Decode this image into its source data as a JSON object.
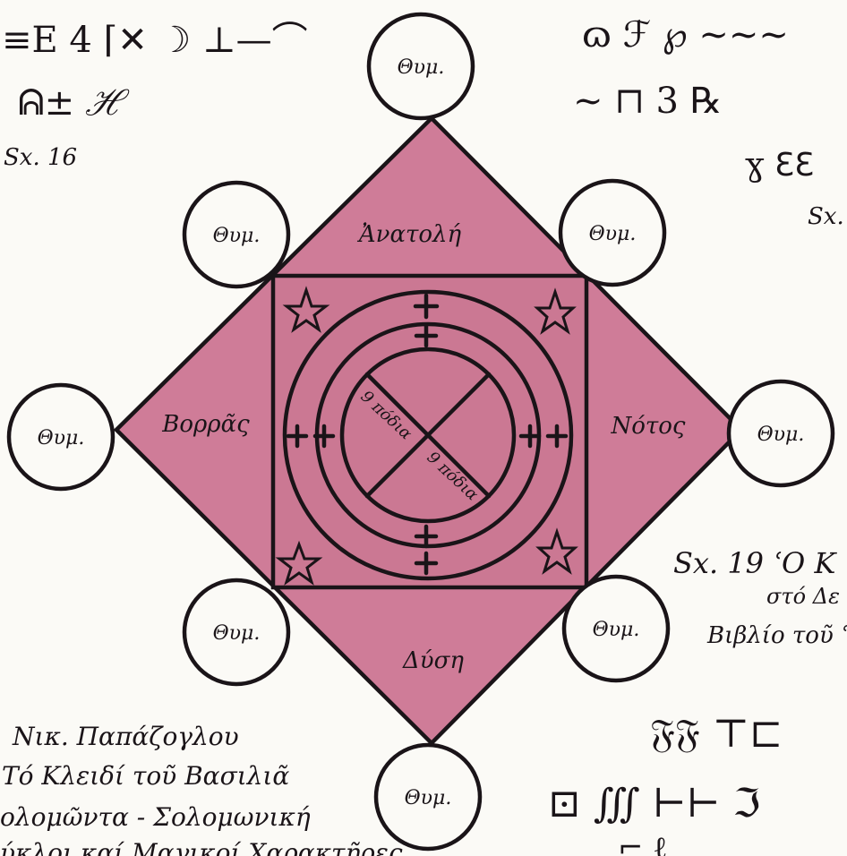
{
  "colors": {
    "paper": "#fbfaf6",
    "ink": "#1a1418",
    "magenta_fill": "#cf7c98"
  },
  "circle_label": "Θυμ.",
  "directions": {
    "east": "Ἀνατολή",
    "west": "Δύση",
    "north": "Βορρᾶς",
    "south": "Νότος"
  },
  "inner_label": "9 πόδια",
  "captions": {
    "fig16": "Sx. 16",
    "fig17_fragment": "Sx.",
    "fig19_line1": "Sx. 19 ʿO K",
    "fig19_line2": "στό Δε",
    "fig19_line3": "Βιβλίο τοῦ ʿ"
  },
  "credit": {
    "line1": "Νικ. Παπάζογλου",
    "line2": "Τό Κλειδί τοῦ Βασιλιᾶ",
    "line3": "ολομῶντα - Σολομωνική",
    "line4": "ύκλοι καί Μαγικοί Χαρακτῆρες"
  },
  "symbols": {
    "top_left_row1": "≡E 4 ⌈✕ ☽ ⊥—⌒",
    "top_left_row2": "ᕱ± ℋ",
    "top_right_row1": "ɷ ℱ ℘ ~~~",
    "top_right_row2": "~ ⊓ 3 ℞",
    "top_right_row3": "ɣ ℇℇ",
    "bottom_right_row1": "𝔉𝔉 ⊤⊏",
    "bottom_right_row2": "⊡ ∭ ⊢⊢ ℑ",
    "bottom_right_row3": "⌐ ℓ"
  }
}
